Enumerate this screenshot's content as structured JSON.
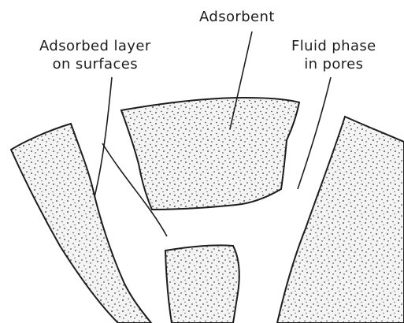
{
  "labels": {
    "adsorbent": "Adsorbent",
    "adsorbed_layer": [
      "Adsorbed layer",
      "on surfaces"
    ],
    "fluid_phase": [
      "Fluid phase",
      "in pores"
    ]
  },
  "colors": {
    "ink": "#1d1d1d",
    "particle_fill": "#f4f4f4",
    "background": "#ffffff"
  }
}
